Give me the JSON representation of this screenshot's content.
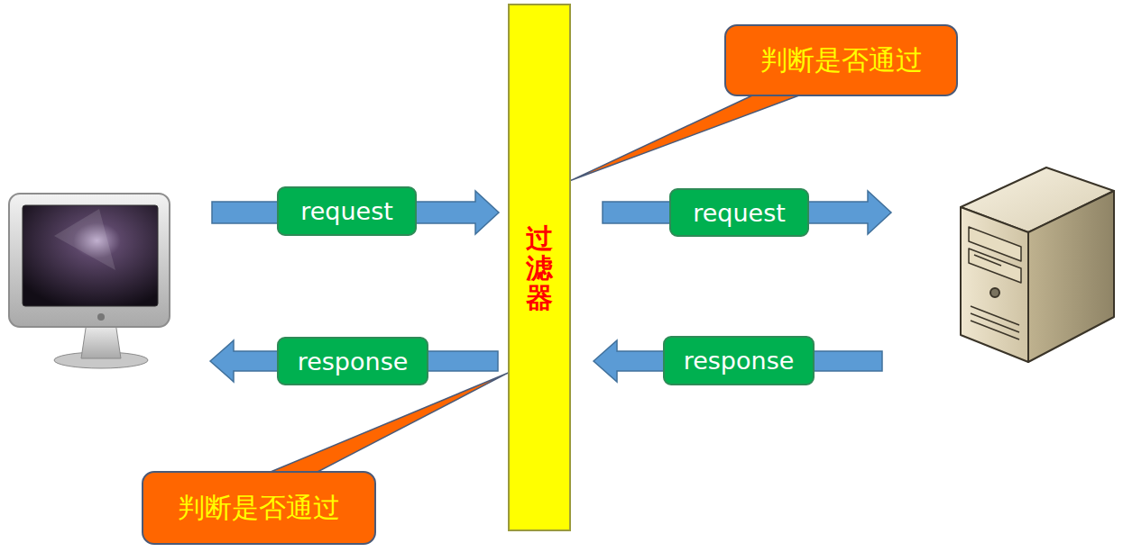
{
  "diagram": {
    "nodes": [
      {
        "text": [
          "判断是否通过"
        ]
      },
      {
        "text": [
          "request"
        ]
      },
      {
        "text": [
          "过滤器"
        ]
      },
      {
        "text": [
          "request"
        ]
      },
      {
        "text": [
          "response"
        ]
      },
      {
        "text": [
          "response"
        ]
      },
      {
        "text": [
          "判断是否通过"
        ]
      }
    ],
    "edges": [
      {
        "from": 0,
        "to": 2,
        "arrow": "none"
      },
      {
        "from": 6,
        "to": 2,
        "arrow": "none"
      }
    ]
  }
}
